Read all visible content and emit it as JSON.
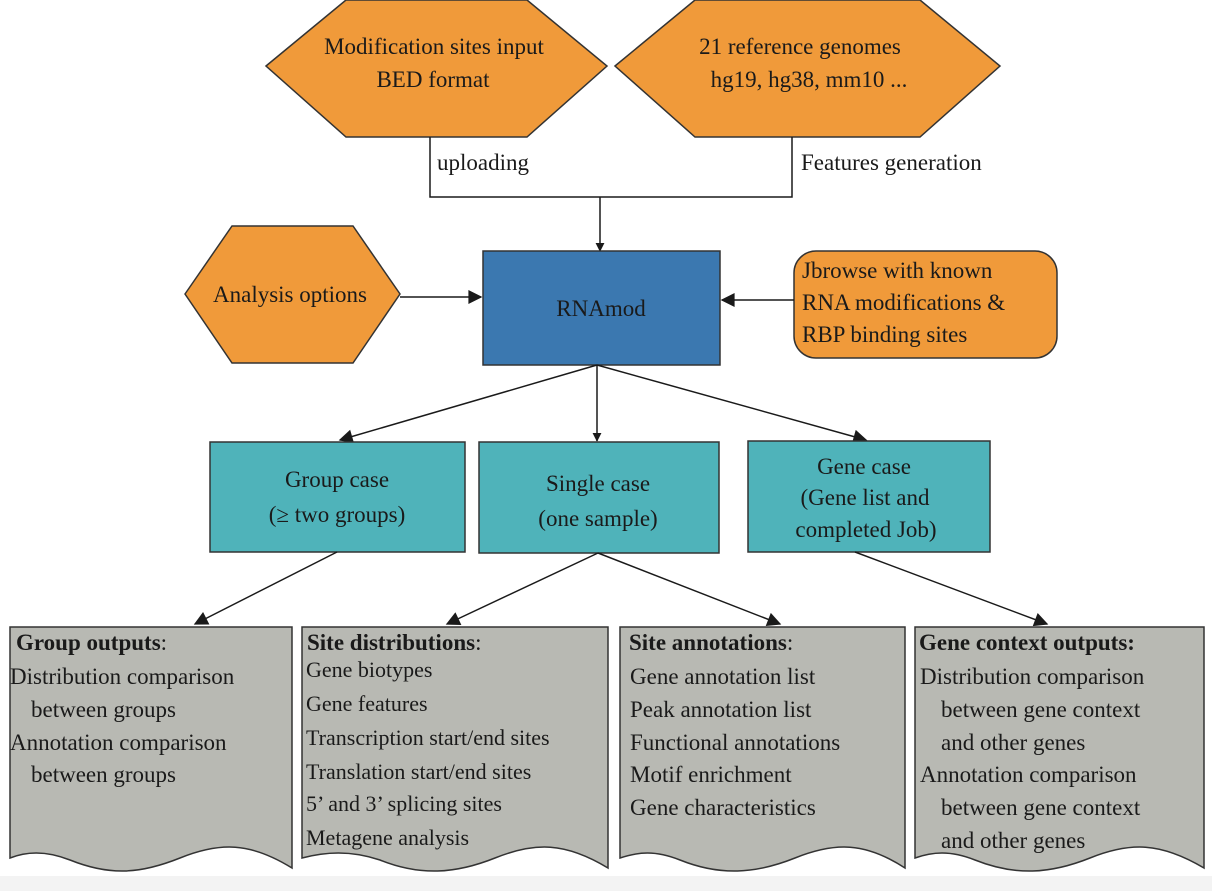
{
  "inputs": {
    "modification": {
      "line1": "Modification sites input",
      "line2": "BED format",
      "fill": "#f09a3a"
    },
    "genomes": {
      "line1": "21 reference genomes",
      "line2": "hg19, hg38, mm10 ..."
    }
  },
  "edges": {
    "uploading": "uploading",
    "features": "Features generation"
  },
  "center": {
    "label": "RNAmod",
    "fill": "#3b78b0"
  },
  "analysis_options": {
    "label": "Analysis options"
  },
  "jbrowse": {
    "line1": "Jbrowse with known",
    "line2": "RNA modifications &",
    "line3": "RBP binding sites"
  },
  "cases": {
    "fill": "#4fb3ba",
    "group": {
      "line1": "Group case",
      "line2": "(≥ two groups)"
    },
    "single": {
      "line1": "Single case",
      "line2": "(one sample)"
    },
    "gene": {
      "line1": "Gene case",
      "line2": "(Gene list and",
      "line3": "completed Job)"
    }
  },
  "outputs": {
    "fill": "#b8b9b3",
    "group": {
      "title": "Group outputs",
      "colon": ":",
      "items": [
        "Distribution comparison",
        "between groups",
        "Annotation comparison",
        "between groups"
      ]
    },
    "site_distributions": {
      "title": "Site distributions",
      "colon": ":",
      "items": [
        "Gene biotypes",
        "Gene features",
        "Transcription start/end sites",
        "Translation start/end sites",
        "5’ and 3’ splicing sites",
        "Metagene analysis"
      ]
    },
    "site_annotations": {
      "title": "Site annotations",
      "colon": ":",
      "items": [
        "Gene annotation list",
        "Peak annotation list",
        "Functional annotations",
        "Motif enrichment",
        "Gene characteristics"
      ]
    },
    "gene_context": {
      "title": "Gene context outputs:",
      "items": [
        "Distribution comparison",
        "between gene context",
        "and other genes",
        "Annotation comparison",
        "between gene context",
        "and other genes"
      ]
    }
  }
}
